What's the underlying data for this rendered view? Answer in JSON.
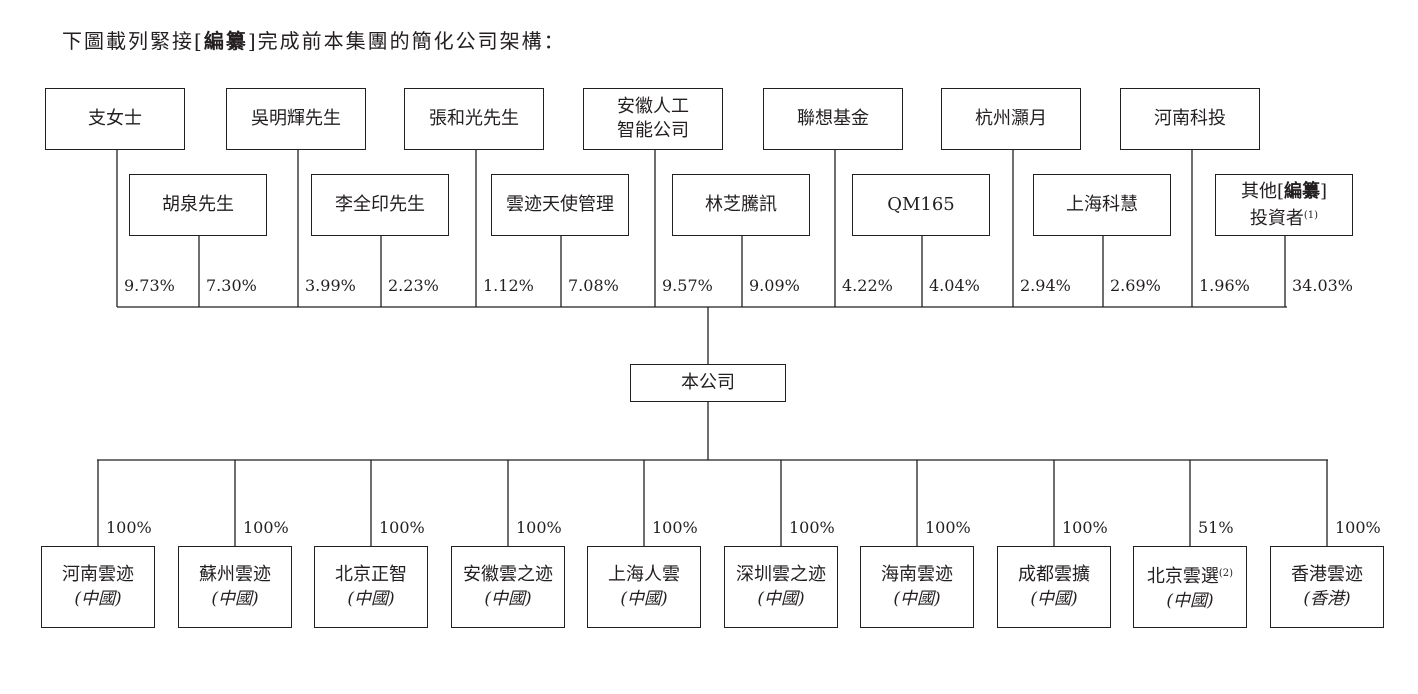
{
  "intro": {
    "before": "下圖載列緊接[",
    "bold": "編纂",
    "after": "]完成前本集團的簡化公司架構："
  },
  "shareholders": [
    {
      "name": "支女士",
      "pct": "9.73%"
    },
    {
      "name": "胡泉先生",
      "pct": "7.30%"
    },
    {
      "name": "吳明輝先生",
      "pct": "3.99%"
    },
    {
      "name": "李全印先生",
      "pct": "2.23%"
    },
    {
      "name": "張和光先生",
      "pct": "1.12%"
    },
    {
      "name": "雲迹天使管理",
      "pct": "7.08%"
    },
    {
      "name": "安徽人工",
      "name2": "智能公司",
      "pct": "9.57%"
    },
    {
      "name": "林芝騰訊",
      "pct": "9.09%"
    },
    {
      "name": "聯想基金",
      "pct": "4.22%"
    },
    {
      "name": "QM165",
      "pct": "4.04%"
    },
    {
      "name": "杭州灝月",
      "pct": "2.94%"
    },
    {
      "name": "上海科慧",
      "pct": "2.69%"
    },
    {
      "name": "河南科投",
      "pct": "1.96%"
    },
    {
      "name": "其他[",
      "bold": "編纂",
      "after": "]",
      "name2": "投資者",
      "sup": "(1)",
      "pct": "34.03%"
    }
  ],
  "company": "本公司",
  "subsidiaries": [
    {
      "name": "河南雲迹",
      "loc": "(中國)",
      "pct": "100%"
    },
    {
      "name": "蘇州雲迹",
      "loc": "(中國)",
      "pct": "100%"
    },
    {
      "name": "北京正智",
      "loc": "(中國)",
      "pct": "100%"
    },
    {
      "name": "安徽雲之迹",
      "loc": "(中國)",
      "pct": "100%"
    },
    {
      "name": "上海人雲",
      "loc": "(中國)",
      "pct": "100%"
    },
    {
      "name": "深圳雲之迹",
      "loc": "(中國)",
      "pct": "100%"
    },
    {
      "name": "海南雲迹",
      "loc": "(中國)",
      "pct": "100%"
    },
    {
      "name": "成都雲擴",
      "loc": "(中國)",
      "pct": "100%"
    },
    {
      "name": "北京雲選",
      "sup": "(2)",
      "loc": "(中國)",
      "pct": "51%"
    },
    {
      "name": "香港雲迹",
      "loc": "(香港)",
      "pct": "100%"
    }
  ]
}
